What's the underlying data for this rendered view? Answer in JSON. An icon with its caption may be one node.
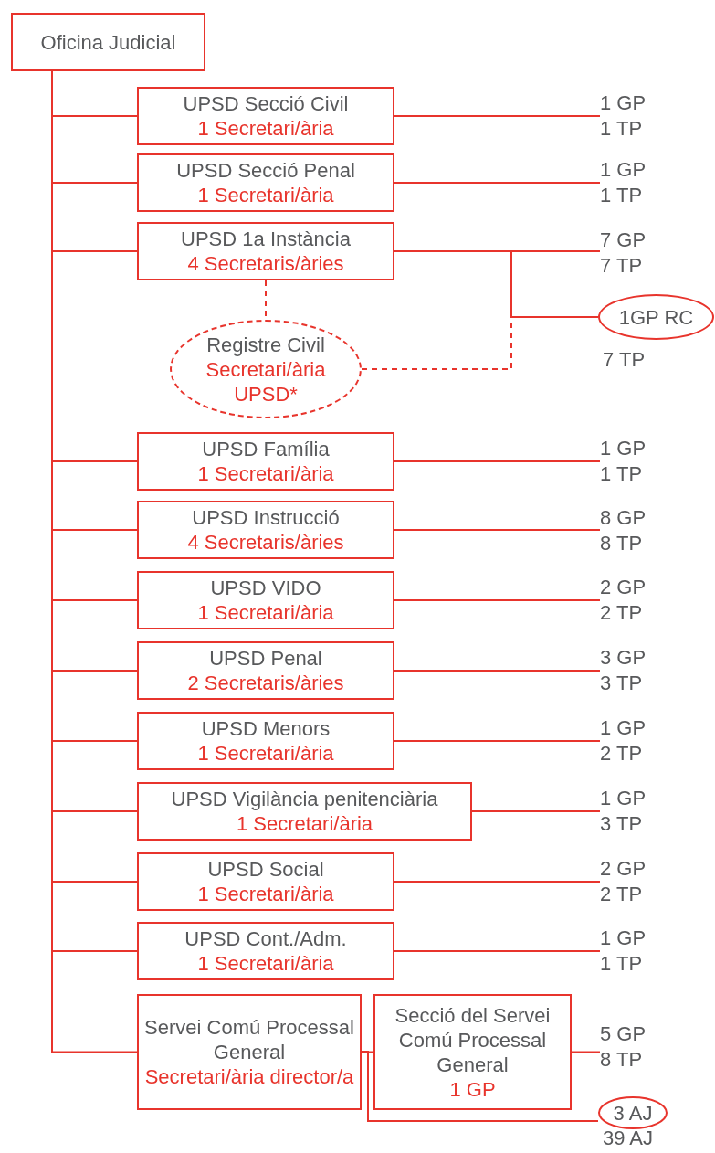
{
  "diagram": {
    "nodes": [
      {
        "text": [
          "Oficina Judicial"
        ]
      },
      {
        "text": [
          "UPSD Secció Civil",
          "1 Secretari/ària"
        ]
      },
      {
        "text": [
          "1 GP",
          "1 TP"
        ]
      },
      {
        "text": [
          "UPSD Secció Penal",
          "1 Secretari/ària"
        ]
      },
      {
        "text": [
          "1 GP",
          "1 TP"
        ]
      },
      {
        "text": [
          "UPSD 1a Instància",
          "4 Secretaris/àries"
        ]
      },
      {
        "text": [
          "7 GP",
          "7 TP"
        ]
      },
      {
        "text": [
          "Registre Civil",
          "Secretari/ària UPSD*"
        ]
      },
      {
        "text": [
          "1GP RC"
        ],
        "beside": [
          "7 TP"
        ]
      },
      {
        "text": [
          "UPSD Família",
          "1 Secretari/ària"
        ]
      },
      {
        "text": [
          "1 GP",
          "1 TP"
        ]
      },
      {
        "text": [
          "UPSD Instrucció",
          "4 Secretaris/àries"
        ]
      },
      {
        "text": [
          "8 GP",
          "8 TP"
        ]
      },
      {
        "text": [
          "UPSD VIDO",
          "1 Secretari/ària"
        ]
      },
      {
        "text": [
          "2 GP",
          "2 TP"
        ]
      },
      {
        "text": [
          "UPSD Penal",
          "2 Secretaris/àries"
        ]
      },
      {
        "text": [
          "3 GP",
          "3 TP"
        ]
      },
      {
        "text": [
          "UPSD Menors",
          "1 Secretari/ària"
        ]
      },
      {
        "text": [
          "1 GP",
          "2 TP"
        ]
      },
      {
        "text": [
          "UPSD Vigilància penitenciària",
          "1 Secretari/ària"
        ]
      },
      {
        "text": [
          "1 GP",
          "3 TP"
        ]
      },
      {
        "text": [
          "UPSD Social",
          "1 Secretari/ària"
        ]
      },
      {
        "text": [
          "2 GP",
          "2 TP"
        ]
      },
      {
        "text": [
          "UPSD Cont./Adm.",
          "1 Secretari/ària"
        ]
      },
      {
        "text": [
          "1 GP",
          "1 TP"
        ]
      },
      {
        "text": [
          "Servei Comú Processal General",
          "Secretari/ària director/a"
        ]
      },
      {
        "text": [
          "Secció del Servei Comú Processal General",
          "1 GP"
        ]
      },
      {
        "text": [
          "5 GP",
          "8 TP"
        ]
      },
      {
        "text": [
          "3 AJ"
        ],
        "beside": [
          "39 AJ"
        ]
      }
    ],
    "edges": [
      {
        "from": 0,
        "to": 1,
        "arrow": "none"
      },
      {
        "from": 0,
        "to": 3,
        "arrow": "none"
      },
      {
        "from": 0,
        "to": 5,
        "arrow": "none"
      },
      {
        "from": 0,
        "to": 9,
        "arrow": "none"
      },
      {
        "from": 0,
        "to": 11,
        "arrow": "none"
      },
      {
        "from": 0,
        "to": 13,
        "arrow": "none"
      },
      {
        "from": 0,
        "to": 15,
        "arrow": "none"
      },
      {
        "from": 0,
        "to": 17,
        "arrow": "none"
      },
      {
        "from": 0,
        "to": 19,
        "arrow": "none"
      },
      {
        "from": 0,
        "to": 21,
        "arrow": "none"
      },
      {
        "from": 0,
        "to": 23,
        "arrow": "none"
      },
      {
        "from": 0,
        "to": 25,
        "arrow": "none"
      },
      {
        "from": 1,
        "to": 2,
        "arrow": "none"
      },
      {
        "from": 3,
        "to": 4,
        "arrow": "none"
      },
      {
        "from": 5,
        "to": 6,
        "arrow": "none"
      },
      {
        "from": 5,
        "to": 8,
        "arrow": "none"
      },
      {
        "from": 5,
        "to": 7,
        "arrow": "none",
        "style": "dashed"
      },
      {
        "from": 7,
        "to": 8,
        "arrow": "none",
        "style": "dashed"
      },
      {
        "from": 9,
        "to": 10,
        "arrow": "none"
      },
      {
        "from": 11,
        "to": 12,
        "arrow": "none"
      },
      {
        "from": 13,
        "to": 14,
        "arrow": "none"
      },
      {
        "from": 15,
        "to": 16,
        "arrow": "none"
      },
      {
        "from": 17,
        "to": 18,
        "arrow": "none"
      },
      {
        "from": 19,
        "to": 20,
        "arrow": "none"
      },
      {
        "from": 21,
        "to": 22,
        "arrow": "none"
      },
      {
        "from": 23,
        "to": 24,
        "arrow": "none"
      },
      {
        "from": 25,
        "to": 26,
        "arrow": "none"
      },
      {
        "from": 25,
        "to": 28,
        "arrow": "none"
      },
      {
        "from": 26,
        "to": 27,
        "arrow": "none"
      }
    ]
  }
}
